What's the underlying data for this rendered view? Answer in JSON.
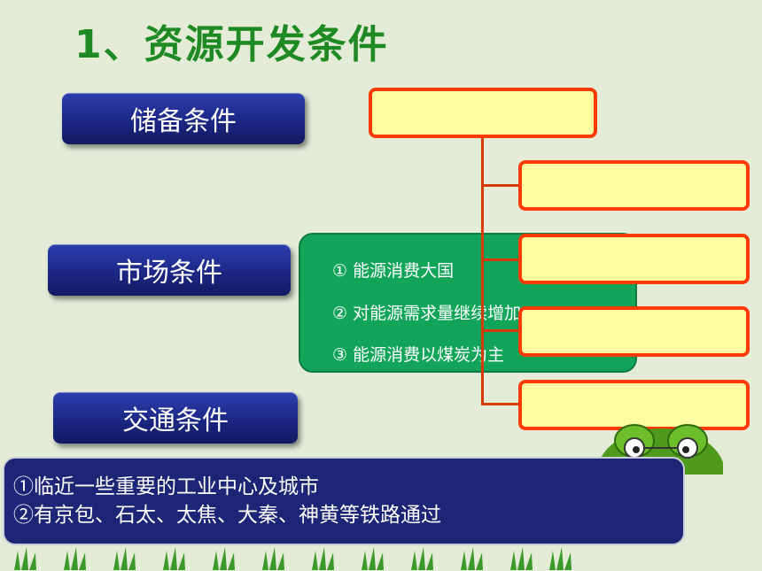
{
  "slide": {
    "title": "1、资源开发条件",
    "storage_label": "储备条件",
    "market_label": "市场条件",
    "transport_label": "交通条件",
    "market_points": [
      "①  能源消费大国",
      "②  对能源需求量继续增加",
      "③  能源消费以煤炭为主"
    ],
    "transport_points": [
      "①临近一些重要的工业中心及城市",
      "②有京包、石太、太焦、大秦、神黄等铁路通过"
    ]
  },
  "colors": {
    "title": "#1f8a23",
    "navy": "#1a2580",
    "green_box": "#12a55a",
    "yellow_fill": "#fdfea0",
    "orange_border": "#fb3a05"
  }
}
